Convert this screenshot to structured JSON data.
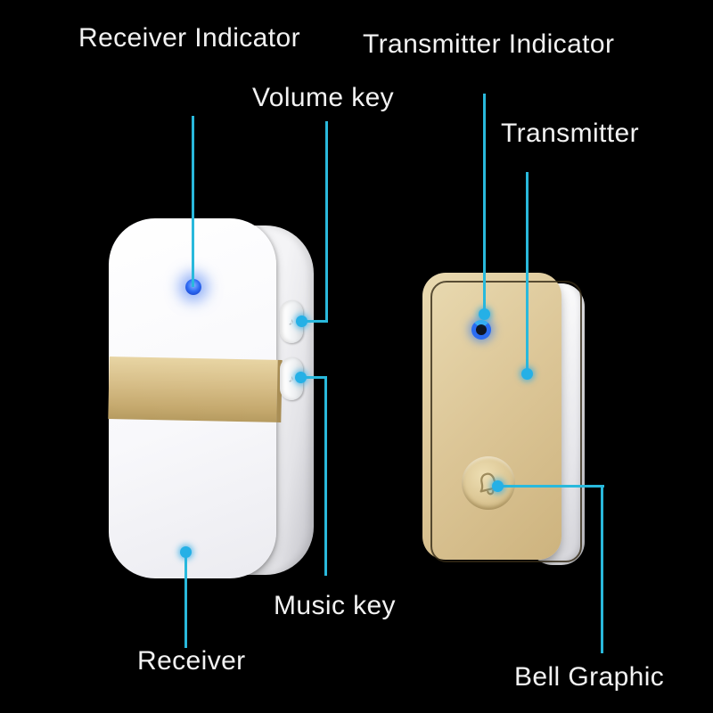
{
  "background": "#000000",
  "colors": {
    "background": "#000000",
    "text": "#f2f2f2",
    "accent": "#29b9dc",
    "dot": "#25b0e6",
    "led_blue": "#2b6cf2",
    "gold_band": "#d0b77f",
    "transmitter_gold": "#d9c393",
    "device_white": "#f7f7fa"
  },
  "labels": {
    "receiver_indicator": "Receiver Indicator",
    "volume_key": "Volume key",
    "transmitter_indicator": "Transmitter Indicator",
    "transmitter": "Transmitter",
    "music_key": "Music key",
    "receiver": "Receiver",
    "bell_graphic": "Bell Graphic"
  },
  "icons": {
    "music_button_glyph": "♪",
    "volume_button_glyph": "♪",
    "bell_button_glyph": "bell-outline",
    "receiver_led": "blue-led-dot",
    "transmitter_led": "blue-led-ring"
  }
}
